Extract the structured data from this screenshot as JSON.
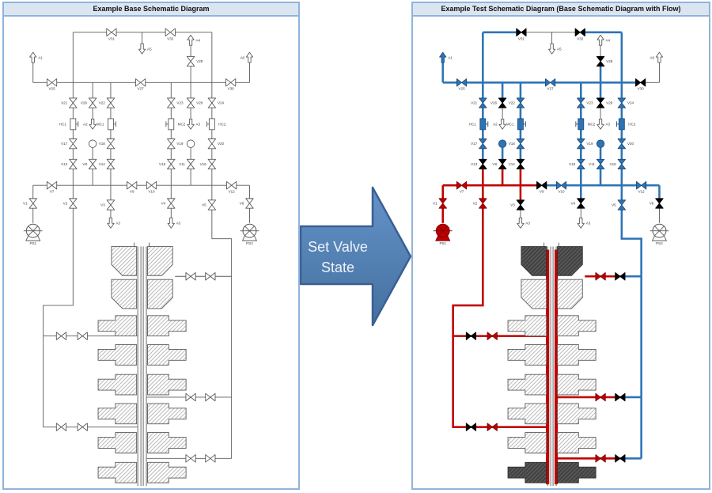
{
  "panels": {
    "left": {
      "title": "Example Base Schematic Diagram",
      "mode": "base"
    },
    "right": {
      "title": "Example Test Schematic Diagram (Base Schematic Diagram with Flow)",
      "mode": "flow"
    }
  },
  "transform_arrow": {
    "line1": "Set Valve",
    "line2": "State"
  },
  "palette": {
    "flow_blue": "#2e74b5",
    "flow_blue_dark": "#1f4e79",
    "flow_red": "#c00000",
    "flow_red_dark": "#7f0000",
    "closed_black": "#000000",
    "neutral_line": "#595959",
    "panel_border": "#8fb4dc",
    "titlebar_bg": "#dbe5f1",
    "arrow_fill_top": "#6593c9",
    "arrow_fill_bottom": "#44709f",
    "arrow_stroke": "#3a5f94",
    "ram_closed_fill": "#555555",
    "hatch_light": "#ababab",
    "hatch_dark": "#2f2f2f",
    "label_color": "#3b3b3b"
  },
  "valves": [
    {
      "id": "V1",
      "label": "V1",
      "state": "open-red"
    },
    {
      "id": "V2",
      "label": "V2",
      "state": "open-red"
    },
    {
      "id": "V3",
      "label": "V3",
      "state": "closed"
    },
    {
      "id": "V4",
      "label": "V4",
      "state": "closed"
    },
    {
      "id": "V5",
      "label": "V5",
      "state": "open-blue"
    },
    {
      "id": "V6",
      "label": "V6",
      "state": "closed"
    },
    {
      "id": "V7",
      "label": "V7",
      "state": "open-red"
    },
    {
      "id": "V8",
      "label": "V8",
      "state": "closed"
    },
    {
      "id": "V9",
      "label": "V9",
      "state": "closed"
    },
    {
      "id": "V10",
      "label": "V10",
      "state": "open-blue"
    },
    {
      "id": "V11",
      "label": "V11",
      "state": "open-blue"
    },
    {
      "id": "V12",
      "label": "V12",
      "state": "open-blue"
    },
    {
      "id": "V13",
      "label": "V13",
      "state": "closed"
    },
    {
      "id": "V14",
      "label": "V14",
      "state": "closed"
    },
    {
      "id": "V15",
      "label": "V15",
      "state": "open-blue"
    },
    {
      "id": "V16",
      "label": "V16",
      "state": "open-blue"
    },
    {
      "id": "V17",
      "label": "V17",
      "state": "open-blue"
    },
    {
      "id": "V18",
      "label": "V18",
      "state": "open-blue"
    },
    {
      "id": "V19",
      "label": "V19",
      "state": "open-blue"
    },
    {
      "id": "V20",
      "label": "V20",
      "state": "open-blue"
    },
    {
      "id": "V21",
      "label": "V21",
      "state": "open-blue"
    },
    {
      "id": "V22",
      "label": "V22",
      "state": "open-blue"
    },
    {
      "id": "V23",
      "label": "V23",
      "state": "open-blue"
    },
    {
      "id": "V24",
      "label": "V24",
      "state": "open-blue"
    },
    {
      "id": "V25",
      "label": "V25",
      "state": "open-blue"
    },
    {
      "id": "V26",
      "label": "V26",
      "state": "closed"
    },
    {
      "id": "V27",
      "label": "V27",
      "state": "open-blue"
    },
    {
      "id": "V28",
      "label": "V28",
      "state": "closed"
    },
    {
      "id": "V29",
      "label": "V29",
      "state": "closed"
    },
    {
      "id": "V30",
      "label": "V30",
      "state": "closed"
    },
    {
      "id": "V31",
      "label": "V31",
      "state": "closed"
    },
    {
      "id": "V32",
      "label": "V32",
      "state": "closed"
    },
    {
      "id": "CV1a",
      "label": "",
      "state": "open-red"
    },
    {
      "id": "CV1b",
      "label": "",
      "state": "closed"
    },
    {
      "id": "CV2a",
      "label": "",
      "state": "closed"
    },
    {
      "id": "CV2b",
      "label": "",
      "state": "open-red"
    },
    {
      "id": "CV3a",
      "label": "",
      "state": "open-red"
    },
    {
      "id": "CV3b",
      "label": "",
      "state": "closed"
    },
    {
      "id": "CV4a",
      "label": "",
      "state": "closed"
    },
    {
      "id": "CV4b",
      "label": "",
      "state": "open-red"
    },
    {
      "id": "CV5a",
      "label": "",
      "state": "open-red"
    },
    {
      "id": "CV5b",
      "label": "",
      "state": "closed"
    }
  ],
  "ports": [
    {
      "id": "a1",
      "label": "A1",
      "flow": true
    },
    {
      "id": "a2",
      "label": "A2",
      "flow": false
    },
    {
      "id": "a3m",
      "label": "A3",
      "flow": false
    },
    {
      "id": "a3l",
      "label": "A3",
      "flow": false
    },
    {
      "id": "a3r",
      "label": "A3",
      "flow": false
    },
    {
      "id": "a4",
      "label": "A4",
      "flow": false
    },
    {
      "id": "a5",
      "label": "A5",
      "flow": false
    },
    {
      "id": "a6",
      "label": "A6",
      "flow": false
    }
  ],
  "pumps": [
    {
      "id": "PS1",
      "label": "PS1",
      "active": true
    },
    {
      "id": "PS2",
      "label": "PS2",
      "active": false
    }
  ],
  "components": [
    {
      "id": "HC1",
      "label": "HC1",
      "pressurized": true
    },
    {
      "id": "MC1",
      "label": "MC1",
      "pressurized": true
    },
    {
      "id": "MC2",
      "label": "MC2",
      "pressurized": true
    },
    {
      "id": "HC2",
      "label": "HC2",
      "pressurized": true
    },
    {
      "id": "G1",
      "label": "",
      "pressurized": true
    },
    {
      "id": "G2",
      "label": "",
      "pressurized": true
    }
  ],
  "stack": {
    "annular_closed": true,
    "bottom_ram_closed": true
  }
}
